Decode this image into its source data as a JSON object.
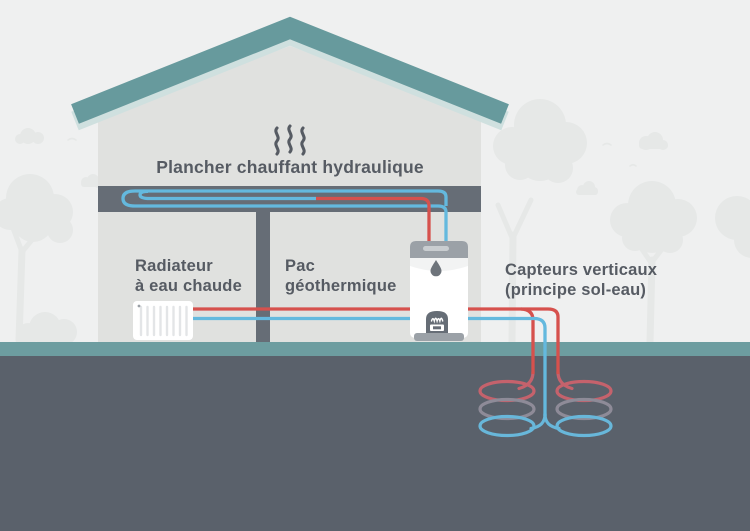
{
  "diagram": {
    "type": "geothermal-heat-pump-schematic",
    "labels": {
      "floor_heating": "Plancher chauffant hydraulique",
      "radiator_line1": "Radiateur",
      "radiator_line2": "à eau chaude",
      "heat_pump_line1": "Pac",
      "heat_pump_line2": "géothermique",
      "collectors_line1": "Capteurs verticaux",
      "collectors_line2": "(principe sol-eau)"
    },
    "icons": {
      "heat_waves": "heat-waves-icon",
      "water_drop": "water-drop-icon",
      "burner": "burner-icon"
    }
  },
  "colors": {
    "background": "#eff0f0",
    "silhouette": "#e6e8e7",
    "wall": "#e0e1df",
    "roof": "#679a9d",
    "roof_underside": "#cfe0df",
    "structure_dark": "#666d76",
    "ground_surface": "#6d9da0",
    "ground_soil": "#5a616b",
    "pipe_hot": "#d6514d",
    "pipe_cold": "#64b9de",
    "coil_top": "#c5626c",
    "coil_mid": "#8e8b98",
    "coil_bottom": "#68b7da",
    "text": "#565b63",
    "white": "#ffffff",
    "appliance_gray": "#9ba1a7",
    "appliance_slot": "#c9cdd0",
    "appliance_band": "#f2f3f3",
    "radiator_fin": "#e3e5e7",
    "drop": "#6e747b"
  }
}
